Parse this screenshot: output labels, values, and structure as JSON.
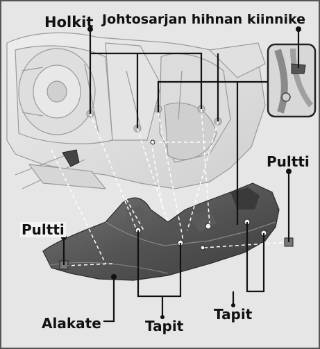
{
  "labels": {
    "sleeves": "Holkit",
    "harness_band_clip": "Johtosarjan hihnan kiinnike",
    "bolt_right": "Pultti",
    "bolt_left": "Pultti",
    "under_cowl": "Alakate",
    "pins_center": "Tapit",
    "pins_right": "Tapit"
  },
  "colors": {
    "background": "#e6e6e6",
    "engine_fill": "#d9d9d9",
    "engine_line": "#9a9a9a",
    "cowl_dark": "#4a4a4a",
    "cowl_mid": "#6e6e6e",
    "leader": "#111111",
    "dashed": "#ffffff"
  }
}
